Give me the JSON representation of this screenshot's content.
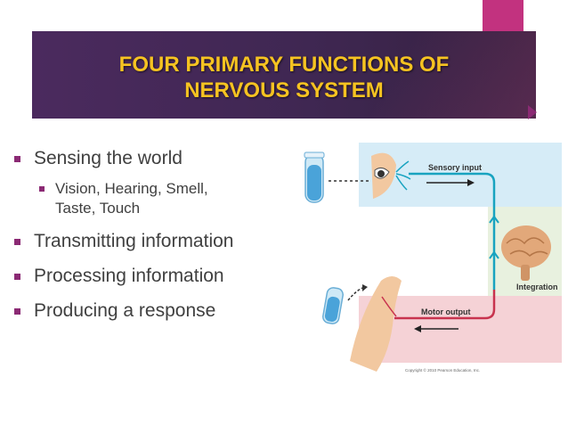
{
  "slide": {
    "title_line1": "FOUR  PRIMARY FUNCTIONS OF",
    "title_line2": "NERVOUS SYSTEM"
  },
  "bullets": {
    "b1": "Sensing the world",
    "b1_sub_line1": "Vision, Hearing, Smell,",
    "b1_sub_line2": "Taste, Touch",
    "b2": "Transmitting information",
    "b3": "Processing information",
    "b4": "Producing a response"
  },
  "figure": {
    "sensory_label": "Sensory input",
    "integration_label": "Integration",
    "motor_label": "Motor output",
    "copyright": "Copyright © 2010 Pearson Education, Inc."
  },
  "colors": {
    "accent": "#8b2a74",
    "title_text": "#f6c321",
    "sensory_bg": "#d6ecf7",
    "motor_bg": "#f5d2d6",
    "integration_bg": "#e8f1df",
    "sensory_path": "#18a3c0",
    "motor_path": "#c8334e"
  }
}
